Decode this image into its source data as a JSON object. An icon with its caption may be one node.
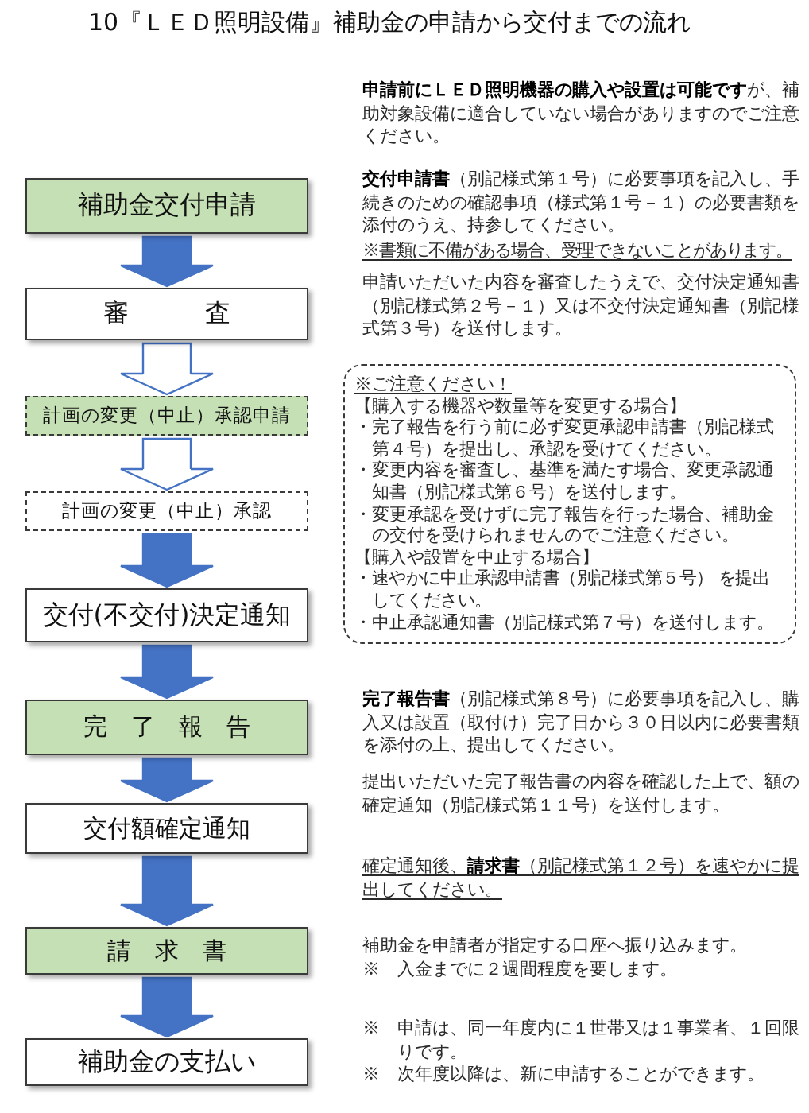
{
  "diagram": {
    "title": "10『ＬＥＤ照明設備』補助金の申請から交付までの流れ",
    "nodes": [
      {
        "text": [
          "補助金交付申請"
        ]
      },
      {
        "text": [
          "審　　　査"
        ]
      },
      {
        "text": [
          "計画の変更（中止）承認申請"
        ]
      },
      {
        "text": [
          "計画の変更（中止）承認"
        ]
      },
      {
        "text": [
          "交付(不交付)決定通知"
        ]
      },
      {
        "text": [
          "完　了　報　告"
        ]
      },
      {
        "text": [
          "交付額確定通知"
        ]
      },
      {
        "text": [
          "請　求　書"
        ]
      },
      {
        "text": [
          "補助金の支払い"
        ]
      },
      {
        "text": [
          "※ご注意ください！",
          "【購入する機器や数量等を変更する場合】",
          "・完了報告を行う前に必ず変更承認申請書（別記様式第４号）を提出し、承認を受けてください。",
          "・変更内容を審査し、基準を満たす場合、変更承認通知書（別記様式第６号）を送付します。",
          "・変更承認を受けずに完了報告を行った場合、補助金の交付を受けられませんのでご注意ください。",
          "【購入や設置を中止する場合】",
          "・速やかに中止承認申請書（別記様式第５号） を提出してください。",
          "・中止承認通知書（別記様式第７号）を送付します。"
        ]
      }
    ],
    "edges": [
      {
        "from": 0,
        "to": 1,
        "arrow": "to"
      },
      {
        "from": 1,
        "to": 2,
        "arrow": "to"
      },
      {
        "from": 2,
        "to": 3,
        "arrow": "to"
      },
      {
        "from": 3,
        "to": 4,
        "arrow": "to"
      },
      {
        "from": 4,
        "to": 5,
        "arrow": "to"
      },
      {
        "from": 5,
        "to": 6,
        "arrow": "to"
      },
      {
        "from": 6,
        "to": 7,
        "arrow": "to"
      },
      {
        "from": 7,
        "to": 8,
        "arrow": "to"
      }
    ],
    "labels": [
      "**申請前にＬＥＤ照明機器の購入や設置は可能です**が、補助対象設備に適合していない場合がありますのでご注意ください。",
      "**交付申請書**（別記様式第１号）に必要事項を記入し、手続きのための確認事項（様式第１号－１）の必要書類を添付のうえ、持参してください。",
      "※書類に不備がある場合、受理できないことがあります。",
      "申請いただいた内容を審査したうえで、交付決定通知書（別記様式第２号－１）又は不交付決定通知書（別記様式第３号）を送付します。",
      "**完了報告書**（別記様式第８号）に必要事項を記入し、購入又は設置（取付け）完了日から３０日以内に必要書類を添付の上、提出してください。",
      "提出いただいた完了報告書の内容を確認した上で、額の確定通知（別記様式第１１号）を送付します。",
      "確定通知後、**請求書**（別記様式第１２号）を速やかに提出してください。",
      "補助金を申請者が指定する口座へ振り込みます。",
      "※　入金までに２週間程度を要します。",
      "※　申請は、同一年度内に１世帯又は１事業者、１回限りです。",
      "※　次年度以降は、新に申請することができます。"
    ]
  }
}
